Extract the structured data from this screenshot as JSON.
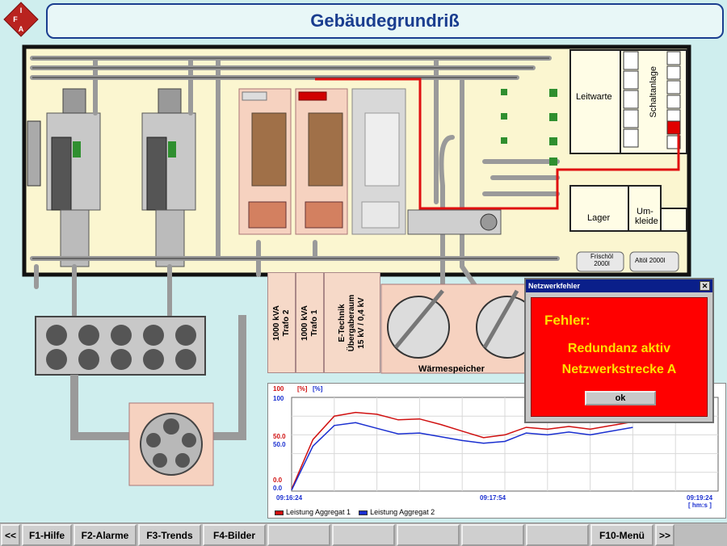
{
  "header": {
    "logo_letters": [
      "I",
      "F",
      "A"
    ],
    "title": "Gebäudegrundriß"
  },
  "colors": {
    "background": "#cfeeee",
    "title_text": "#1a3d8f",
    "alarm_red": "#ff0000",
    "alarm_text": "#ffe000",
    "series_1": "#d01010",
    "series_2": "#1a2fd0"
  },
  "plan": {
    "rooms": {
      "leitwarte": "Leitwarte",
      "schaltanlage": "Schaltanlage",
      "lager": "Lager",
      "umkleide_1": "Um-",
      "umkleide_2": "kleide"
    },
    "tanks": {
      "frischoel_1": "Frischöl",
      "frischoel_2": "2000l",
      "altoel": "Altöl 2000l"
    },
    "trafo_2": "1000 kVA\nTrafo 2",
    "trafo_1": "1000 kVA\nTrafo 1",
    "etechnik": "E-Technik\nÜbergaberaum\n15 kV / 0,4 kV",
    "waermespeicher": "Wärmespeicher"
  },
  "trend": {
    "header_red": "[%]",
    "header_blue": "[%]",
    "y_red": [
      "100",
      "50.0",
      "0.0"
    ],
    "y_blue": [
      "100",
      "50.0",
      "0.0"
    ],
    "x_ticks": [
      "09:16:24",
      "09:17:54",
      "09:19:24"
    ],
    "x_unit": "[ hm:s ]",
    "legend_1": "Leistung Aggregat 1",
    "legend_2": "Leistung Aggregat 2"
  },
  "chart_data": {
    "type": "line",
    "title": "",
    "xlabel": "[ hm:s ]",
    "ylabel": "[%]",
    "x": [
      "09:16:24",
      "09:16:33",
      "09:16:42",
      "09:16:51",
      "09:17:00",
      "09:17:09",
      "09:17:18",
      "09:17:27",
      "09:17:36",
      "09:17:45",
      "09:17:54",
      "09:18:03",
      "09:18:12",
      "09:18:21",
      "09:18:30",
      "09:18:39",
      "09:18:48"
    ],
    "ylim": [
      0,
      100
    ],
    "series": [
      {
        "name": "Leistung Aggregat 1",
        "values": [
          2,
          55,
          80,
          84,
          82,
          76,
          77,
          71,
          64,
          57,
          60,
          68,
          66,
          69,
          66,
          70,
          74
        ]
      },
      {
        "name": "Leistung Aggregat 2",
        "values": [
          1,
          48,
          70,
          73,
          67,
          61,
          62,
          58,
          54,
          51,
          53,
          62,
          60,
          63,
          60,
          64,
          68
        ]
      }
    ]
  },
  "dialog": {
    "title": "Netzwerkfehler",
    "close": "✕",
    "heading": "Fehler:",
    "line1": "Redundanz aktiv",
    "line2": "Netzwerkstrecke A",
    "ok": "ok"
  },
  "fkeys": [
    {
      "label": "<<",
      "w": 24
    },
    {
      "label": "F1-Hilfe",
      "w": 80
    },
    {
      "label": "F2-Alarme",
      "w": 80
    },
    {
      "label": "F3-Trends",
      "w": 80
    },
    {
      "label": "F4-Bilder",
      "w": 80
    },
    {
      "label": "",
      "w": 80
    },
    {
      "label": "",
      "w": 80
    },
    {
      "label": "",
      "w": 80
    },
    {
      "label": "",
      "w": 80
    },
    {
      "label": "",
      "w": 80
    },
    {
      "label": "F10-Menü",
      "w": 80
    },
    {
      "label": ">>",
      "w": 24
    }
  ]
}
